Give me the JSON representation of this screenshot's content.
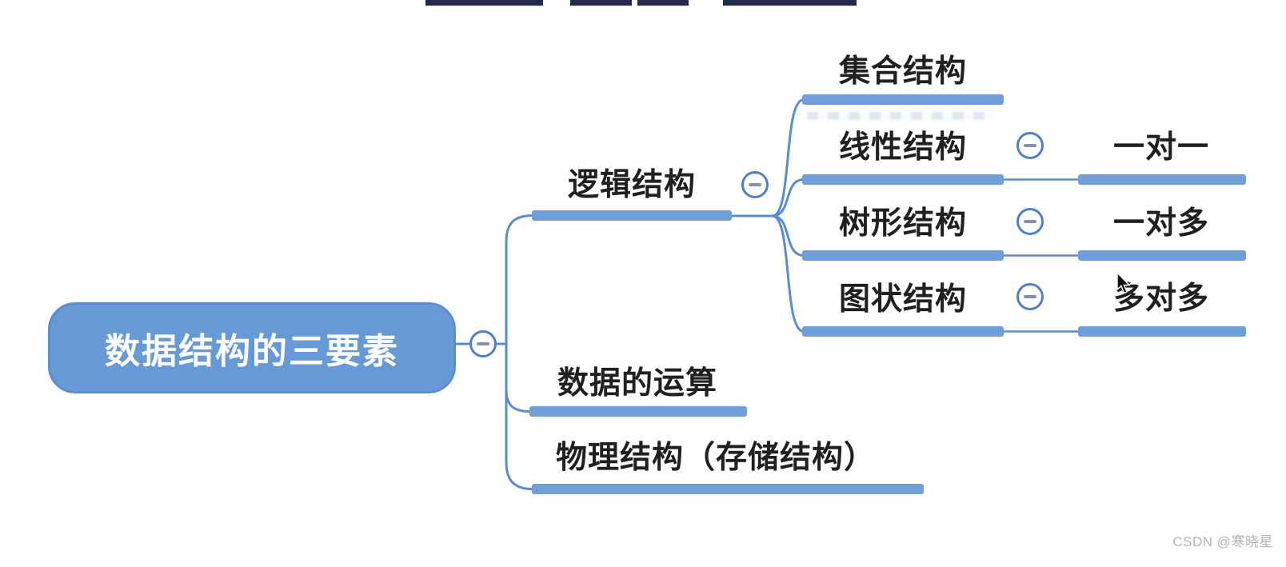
{
  "mindmap": {
    "root": {
      "label": "数据结构的三要素"
    },
    "branches": [
      {
        "label": "逻辑结构",
        "children": [
          {
            "label": "集合结构",
            "relation": ""
          },
          {
            "label": "线性结构",
            "relation": "一对一"
          },
          {
            "label": "树形结构",
            "relation": "一对多"
          },
          {
            "label": "图状结构",
            "relation": "多对多"
          }
        ]
      },
      {
        "label": "数据的运算",
        "children": []
      },
      {
        "label": "物理结构（存储结构）",
        "children": []
      }
    ]
  },
  "watermark": {
    "text": "CSDN @寒晓星"
  },
  "colors": {
    "bar_blue": "#6f9ed8",
    "line_blue": "#5b8ccb",
    "root_fill": "#6699d6",
    "root_border": "#5b8ecf",
    "circle_stroke": "#4e80c5",
    "minus_gray": "#8391ab",
    "label_text": "#1f2022",
    "top_bar": "#222b4d",
    "watermark_gray": "#b3b3b3"
  }
}
